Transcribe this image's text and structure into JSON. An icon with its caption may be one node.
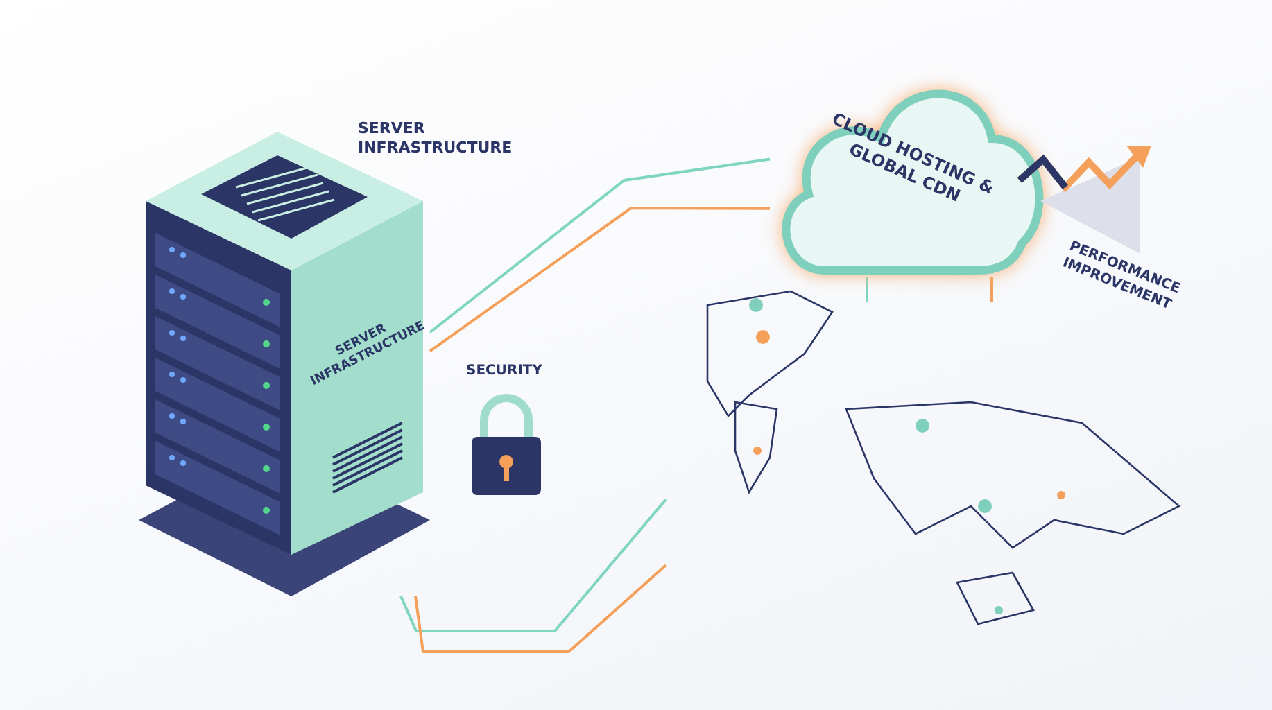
{
  "diagram": {
    "nodes": [
      {
        "text": [
          "SERVER INFRASTRUCTURE"
        ],
        "beside": [
          "SERVER INFRASTRUCTURE"
        ]
      },
      {
        "text": [
          "CLOUD HOSTING & GLOBAL CDN"
        ]
      },
      {
        "text": [],
        "shape": "picture"
      }
    ],
    "edges": [
      {
        "from": 0,
        "to": 1,
        "arrow": "none"
      },
      {
        "from": 0,
        "to": 1,
        "arrow": "none",
        "color": "#f4a05a"
      },
      {
        "from": 1,
        "to": 2,
        "arrow": "none"
      },
      {
        "from": 1,
        "to": 2,
        "arrow": "none",
        "color": "#f4a05a"
      },
      {
        "from": 0,
        "to": 2,
        "arrow": "none"
      },
      {
        "from": 0,
        "to": 2,
        "arrow": "none",
        "color": "#f4a05a"
      }
    ],
    "labels": [
      "SECURITY",
      "PERFORMANCE IMPROVEMENT"
    ]
  }
}
